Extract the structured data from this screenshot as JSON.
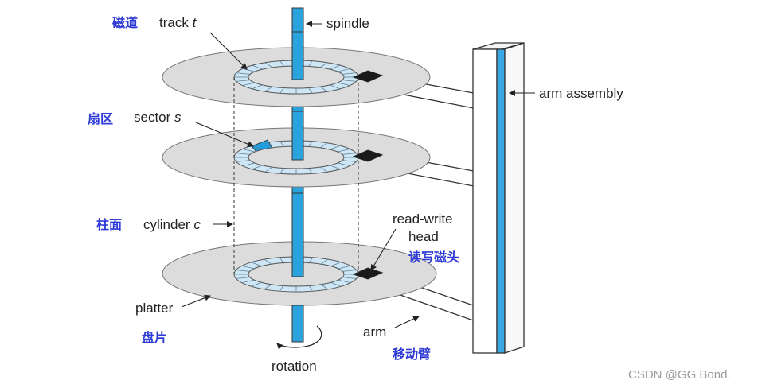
{
  "labels": {
    "track_text": "track",
    "track_var": "t",
    "spindle": "spindle",
    "arm_assembly": "arm assembly",
    "sector_text": "sector",
    "sector_var": "s",
    "cylinder_text": "cylinder",
    "cylinder_var": "c",
    "read_write": "read-write",
    "head": "head",
    "platter": "platter",
    "arm": "arm",
    "rotation": "rotation"
  },
  "chinese_labels": {
    "track": "磁道",
    "sector": "扇区",
    "cylinder": "柱面",
    "head": "读写磁头",
    "platter": "盘片",
    "arm": "移动臂"
  },
  "watermark": "CSDN @GG Bond.",
  "colors": {
    "platter_fill": "#dcdcdc",
    "track_ring": "#cfe6f5",
    "highlight_sector": "#1f9fe0",
    "spindle": "#2aa3dc",
    "arm_column": "#3aa8e4",
    "chinese_text": "#2e3bd6"
  }
}
